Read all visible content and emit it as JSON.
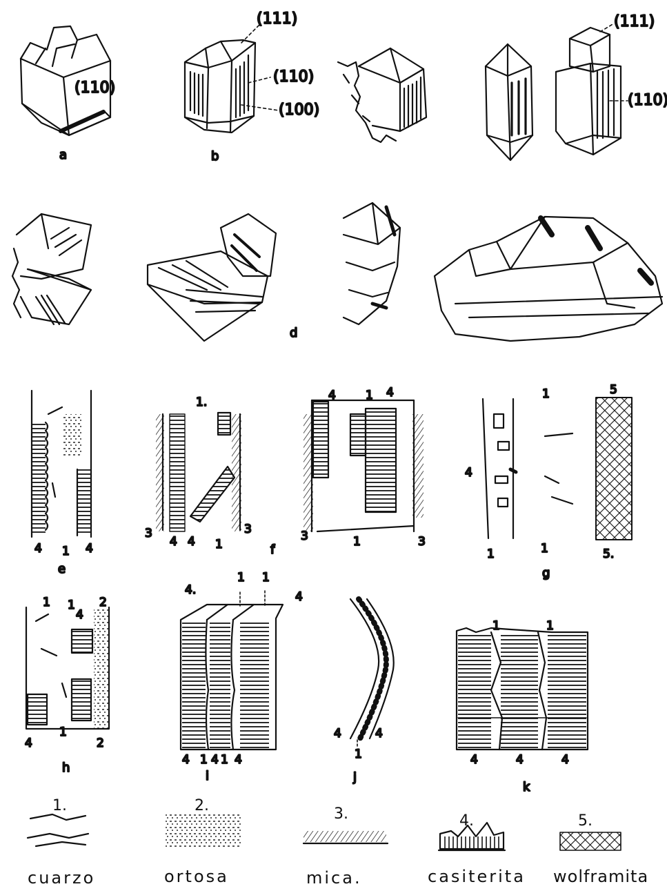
{
  "row1": {
    "a": {
      "label": "a",
      "face": "(110)"
    },
    "b": {
      "label": "b",
      "faces": [
        "(111)",
        "(110)",
        "(100)"
      ]
    },
    "pair": {
      "faces": [
        "(111)",
        "(110)"
      ]
    }
  },
  "row2": {
    "label": "d"
  },
  "row3": {
    "e": {
      "label": "e",
      "marks": [
        "4",
        "1",
        "4"
      ]
    },
    "f": {
      "label": "f",
      "top": "1.",
      "marks": [
        "3",
        "4",
        "4",
        "1",
        "3"
      ]
    },
    "g3": {
      "top": [
        "4",
        "1",
        "4"
      ],
      "marks": [
        "3",
        "1",
        "3"
      ]
    },
    "g": {
      "label": "g",
      "top": [
        "1",
        "5"
      ],
      "side": "4",
      "marks": [
        "1",
        "1",
        "5."
      ]
    }
  },
  "row4": {
    "h": {
      "label": "h",
      "top": [
        "1",
        "1",
        "4",
        "2"
      ],
      "marks": [
        "4",
        "1",
        "2"
      ]
    },
    "i": {
      "label": "i",
      "top": [
        "4.",
        "1",
        "1",
        "4"
      ],
      "marks": [
        "4",
        "1",
        "4",
        "1",
        "4"
      ]
    },
    "j": {
      "label": "j",
      "marks": [
        "4",
        "4",
        "1"
      ]
    },
    "k": {
      "label": "k",
      "top": [
        "1",
        "1"
      ],
      "marks": [
        "4",
        "4",
        "4"
      ]
    }
  },
  "legend": [
    {
      "num": "1.",
      "name": "cuarzo"
    },
    {
      "num": "2.",
      "name": "ortosa"
    },
    {
      "num": "3.",
      "name": "mica."
    },
    {
      "num": "4.",
      "name": "casiterita"
    },
    {
      "num": "5.",
      "name": "wolframita"
    }
  ]
}
